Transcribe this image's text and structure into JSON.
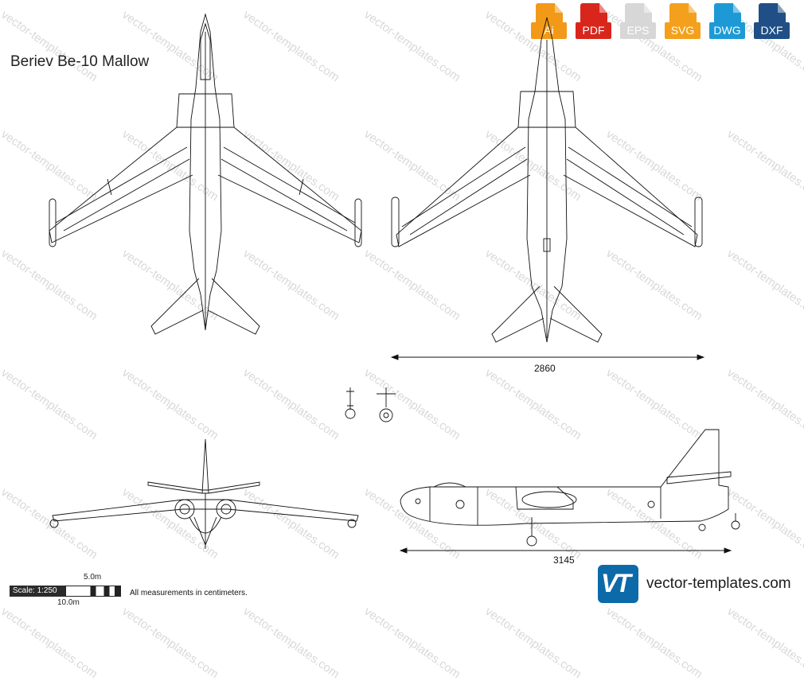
{
  "title": "Beriev Be-10 Mallow",
  "formats": [
    {
      "label": "Ai",
      "color": "#f29a18",
      "icon": "file-ai-icon"
    },
    {
      "label": "PDF",
      "color": "#d9261c",
      "icon": "file-pdf-icon"
    },
    {
      "label": "EPS",
      "color": "#d7d7d7",
      "icon": "file-eps-icon"
    },
    {
      "label": "SVG",
      "color": "#f4a01c",
      "icon": "file-svg-icon"
    },
    {
      "label": "DWG",
      "color": "#1d9ad6",
      "icon": "file-dwg-icon"
    },
    {
      "label": "DXF",
      "color": "#1f4f86",
      "icon": "file-dxf-icon"
    }
  ],
  "watermark": "vector-templates.com",
  "dimensions": {
    "wingspan": "2860",
    "length": "3145"
  },
  "scale": {
    "label": "Scale: 1:250",
    "half": "5.0m",
    "full": "10.0m"
  },
  "note": "All measurements in centimeters.",
  "brand": {
    "logo": "VT",
    "text": "vector-templates.com"
  }
}
